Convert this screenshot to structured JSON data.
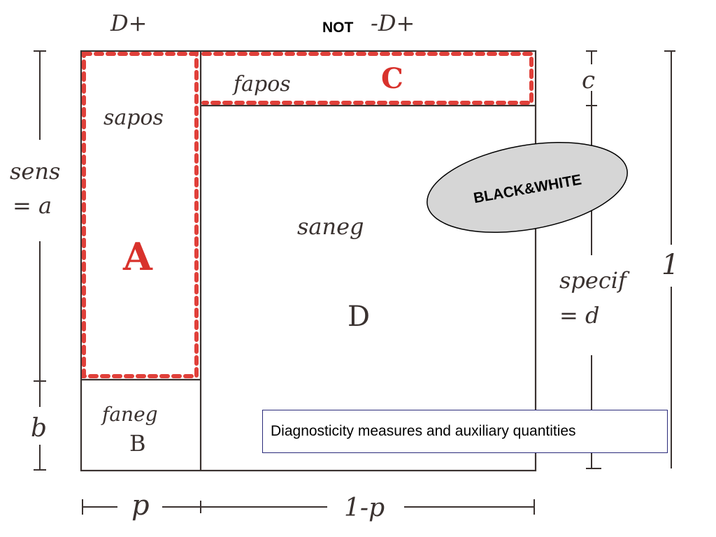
{
  "top": {
    "d_plus": "D+",
    "not_word": "NOT",
    "not_d_plus": "-D+"
  },
  "cells": {
    "sapos": "sapos",
    "a_letter": "A",
    "fapos": "fapos",
    "c_letter": "C",
    "saneg": "saneg",
    "d_letter": "D",
    "faneg": "faneg",
    "b_letter": "B"
  },
  "left_axis": {
    "sens": "sens",
    "eq_a": "= a",
    "b": "b"
  },
  "right_axis": {
    "c": "c",
    "specif": "specif",
    "eq_d": "= d",
    "one": "1"
  },
  "bottom_axis": {
    "p": "p",
    "one_minus_p": "1-p"
  },
  "badge": {
    "label": "BLACK&WHITE"
  },
  "caption": "Diagnosticity measures and auxiliary quantities",
  "colors": {
    "ink": "#3a3230",
    "highlight": "#e0403a",
    "badge_fill": "#d6d6d6",
    "caption_border": "#2a2a7a"
  }
}
